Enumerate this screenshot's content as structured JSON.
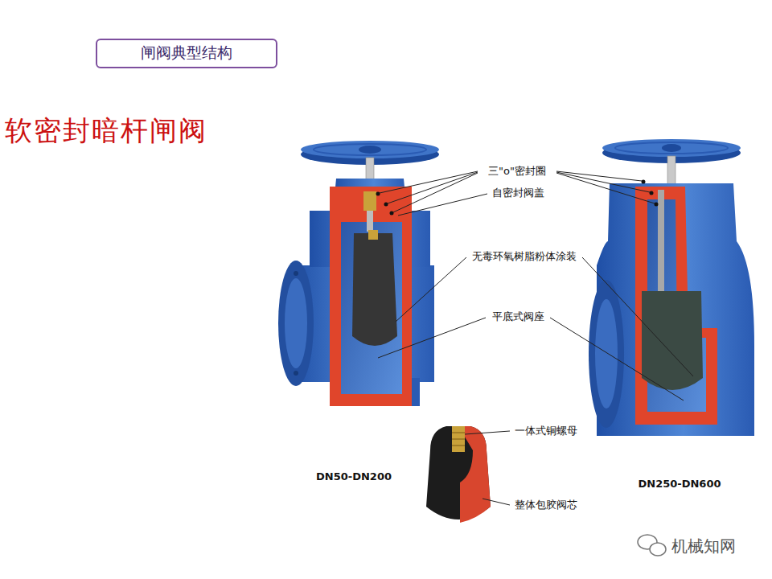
{
  "diagram": {
    "title": "软密封暗杆闸阀",
    "nodes": [
      {
        "text": [
          "闸阀典型结构"
        ]
      }
    ],
    "labels": [
      "三\"o\"密封圈",
      "自密封阀盖",
      "无毒环氧树脂粉体涂装",
      "平底式阀座",
      "一体式铜螺母",
      "整体包胶阀芯",
      "DN50-DN200",
      "DN250-DN600",
      "机械知网"
    ]
  }
}
